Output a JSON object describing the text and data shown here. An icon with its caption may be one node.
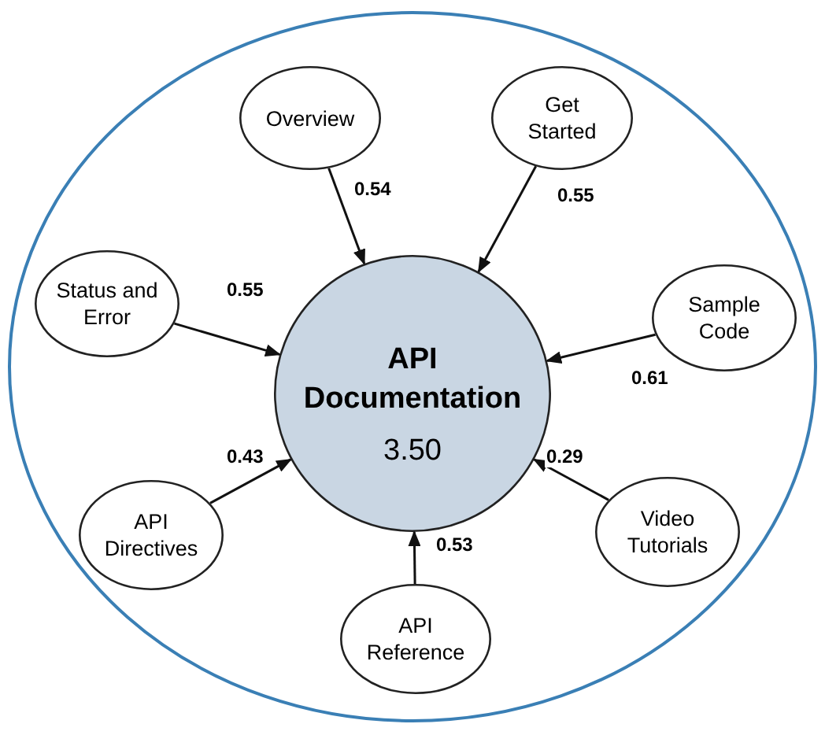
{
  "diagram": {
    "nodes": [
      {
        "text": [],
        "shape": "circle"
      },
      {
        "text": [
          "Overview"
        ],
        "in": 0
      },
      {
        "text": [
          "Get Started"
        ],
        "in": 0
      },
      {
        "text": [
          "Status and Error"
        ],
        "in": 0
      },
      {
        "text": [
          "API Documentation",
          "3.50"
        ],
        "in": 0
      },
      {
        "text": [
          "Sample Code"
        ],
        "in": 0
      },
      {
        "text": [
          "API Directives"
        ],
        "in": 0
      },
      {
        "text": [
          "Video Tutorials"
        ],
        "in": 0
      },
      {
        "text": [
          "API Reference"
        ],
        "in": 0
      }
    ],
    "edges": [
      {
        "from": 1,
        "to": 4,
        "arrow": "to",
        "label": "0.54"
      },
      {
        "from": 2,
        "to": 4,
        "arrow": "to",
        "label": "0.55"
      },
      {
        "from": 3,
        "to": 4,
        "arrow": "to",
        "label": "0.55"
      },
      {
        "from": 5,
        "to": 4,
        "arrow": "to",
        "label": "0.61"
      },
      {
        "from": 6,
        "to": 4,
        "arrow": "to",
        "label": "0.43"
      },
      {
        "from": 7,
        "to": 4,
        "arrow": "to",
        "label": "0.29"
      },
      {
        "from": 8,
        "to": 4,
        "arrow": "to",
        "label": "0.53"
      }
    ]
  }
}
